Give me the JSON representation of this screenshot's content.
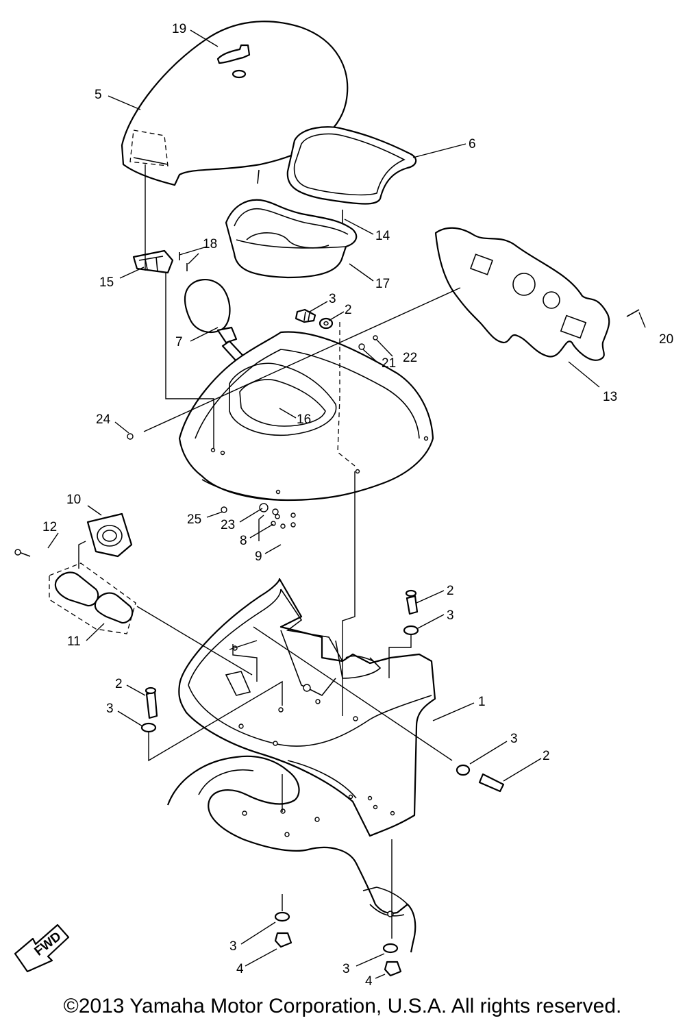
{
  "copyright": "©2013 Yamaha Motor Corporation, U.S.A. All rights reserved.",
  "fwd_badge": "FWD",
  "callouts": [
    "1",
    "2",
    "3",
    "4",
    "5",
    "6",
    "7",
    "8",
    "9",
    "10",
    "11",
    "12",
    "13",
    "14",
    "15",
    "16",
    "17",
    "18",
    "19",
    "20",
    "21",
    "22",
    "23",
    "24",
    "25"
  ]
}
